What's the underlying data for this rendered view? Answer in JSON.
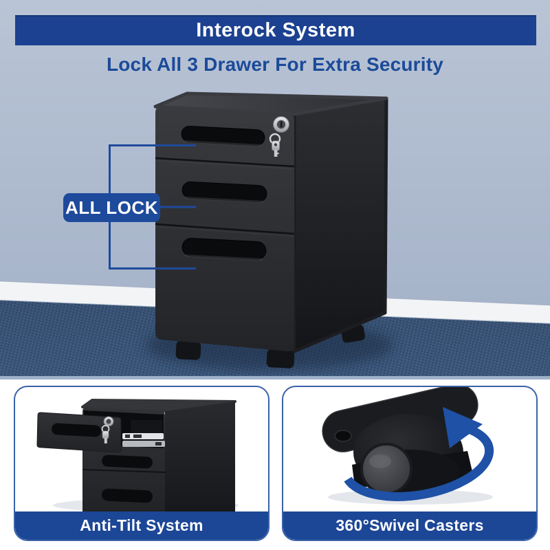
{
  "header": {
    "banner_title": "Interock System",
    "subtitle": "Lock All 3 Drawer For Extra Security"
  },
  "main_scene": {
    "badge_label": "ALL LOCK",
    "drawer_count": 3
  },
  "features": [
    {
      "label": "Anti-Tilt System"
    },
    {
      "label": "360°Swivel Casters"
    }
  ],
  "icons": {
    "lock": "lock-cylinder-icon",
    "keys": "keys-on-ring-icon",
    "rotation_arrow": "rotation-arrow-icon"
  },
  "colors": {
    "banner_blue": "#1c4191",
    "accent_blue": "#1e4a9c",
    "bar_blue": "#1c4696",
    "arrow_blue": "#1f51a6",
    "text_blue": "#1b4a99",
    "panel_border": "#3a62a8",
    "wall_top": "#b9c4d5",
    "wall_bottom": "#a5b3c9",
    "baseboard": "#f3f4f6",
    "carpet": "#2e4765",
    "cabinet_dark": "#26272b"
  }
}
